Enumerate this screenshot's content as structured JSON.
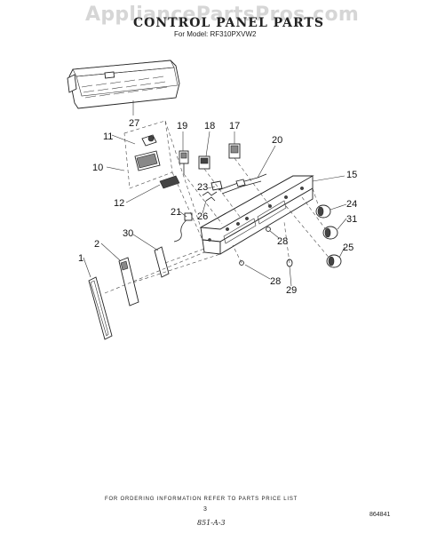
{
  "watermark": "AppliancePartsPros.com",
  "title": "CONTROL PANEL PARTS",
  "subtitle": "For Model: RF310PXVW2",
  "footer_note": "FOR ORDERING INFORMATION REFER TO PARTS PRICE LIST",
  "page_number": "3",
  "diagram_ref": "864841",
  "handwritten_note": "851-A-3",
  "part_labels": {
    "p27": "27",
    "p19": "19",
    "p18": "18",
    "p17": "17",
    "p20": "20",
    "p11": "11",
    "p10": "10",
    "p15": "15",
    "p23": "23",
    "p12": "12",
    "p26": "26",
    "p24": "24",
    "p21": "21",
    "p31": "31",
    "p30": "30",
    "p28a": "28",
    "p2": "2",
    "p25": "25",
    "p1": "1",
    "p28b": "28",
    "p29": "29"
  }
}
